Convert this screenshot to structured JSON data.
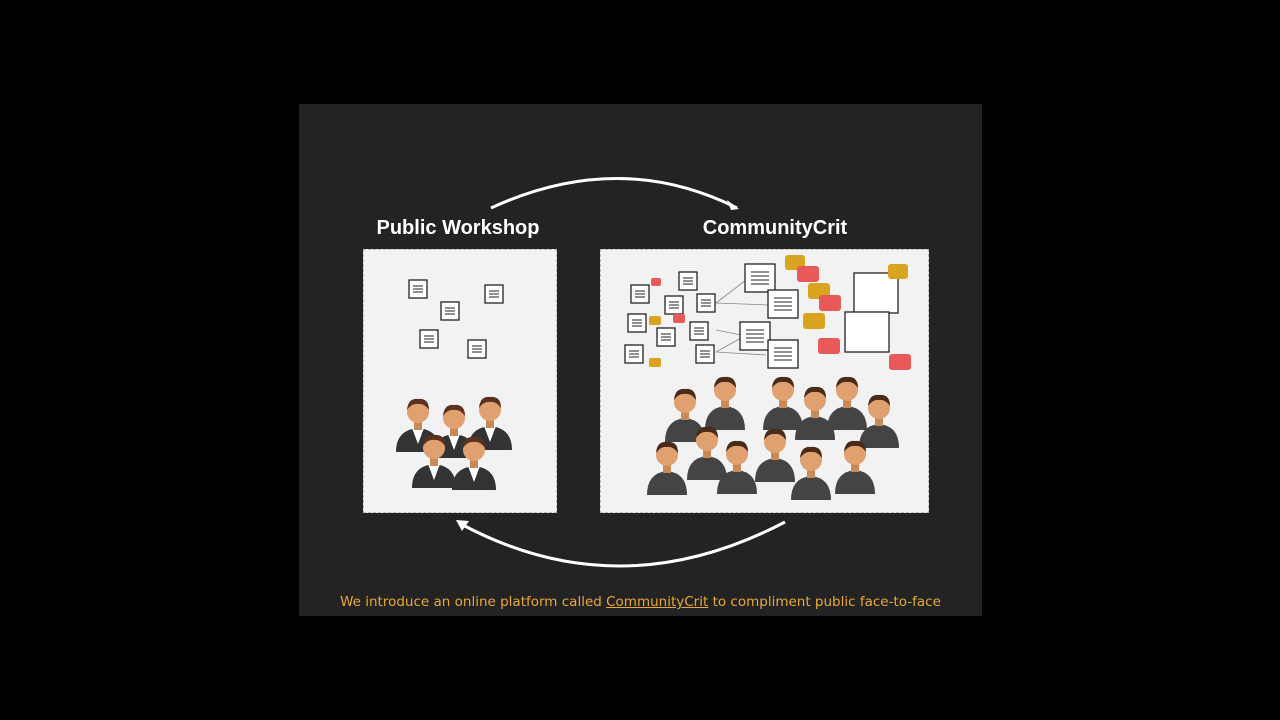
{
  "slide": {
    "left_title": "Public Workshop",
    "right_title": "CommunityCrit",
    "caption_pre": "We introduce an online platform called ",
    "caption_link": "CommunityCrit",
    "caption_post": " to compliment public face-to-face"
  },
  "colors": {
    "background": "#000000",
    "slide": "#232323",
    "panel": "#f2f2f2",
    "caption": "#e8a93a",
    "comment_red": "#e85a5a",
    "comment_gold": "#d9a520"
  },
  "icons": {
    "top_arrow": "arrow-right-curved",
    "bottom_arrow": "arrow-left-curved",
    "document": "document-icon",
    "people": "people-illustration"
  }
}
